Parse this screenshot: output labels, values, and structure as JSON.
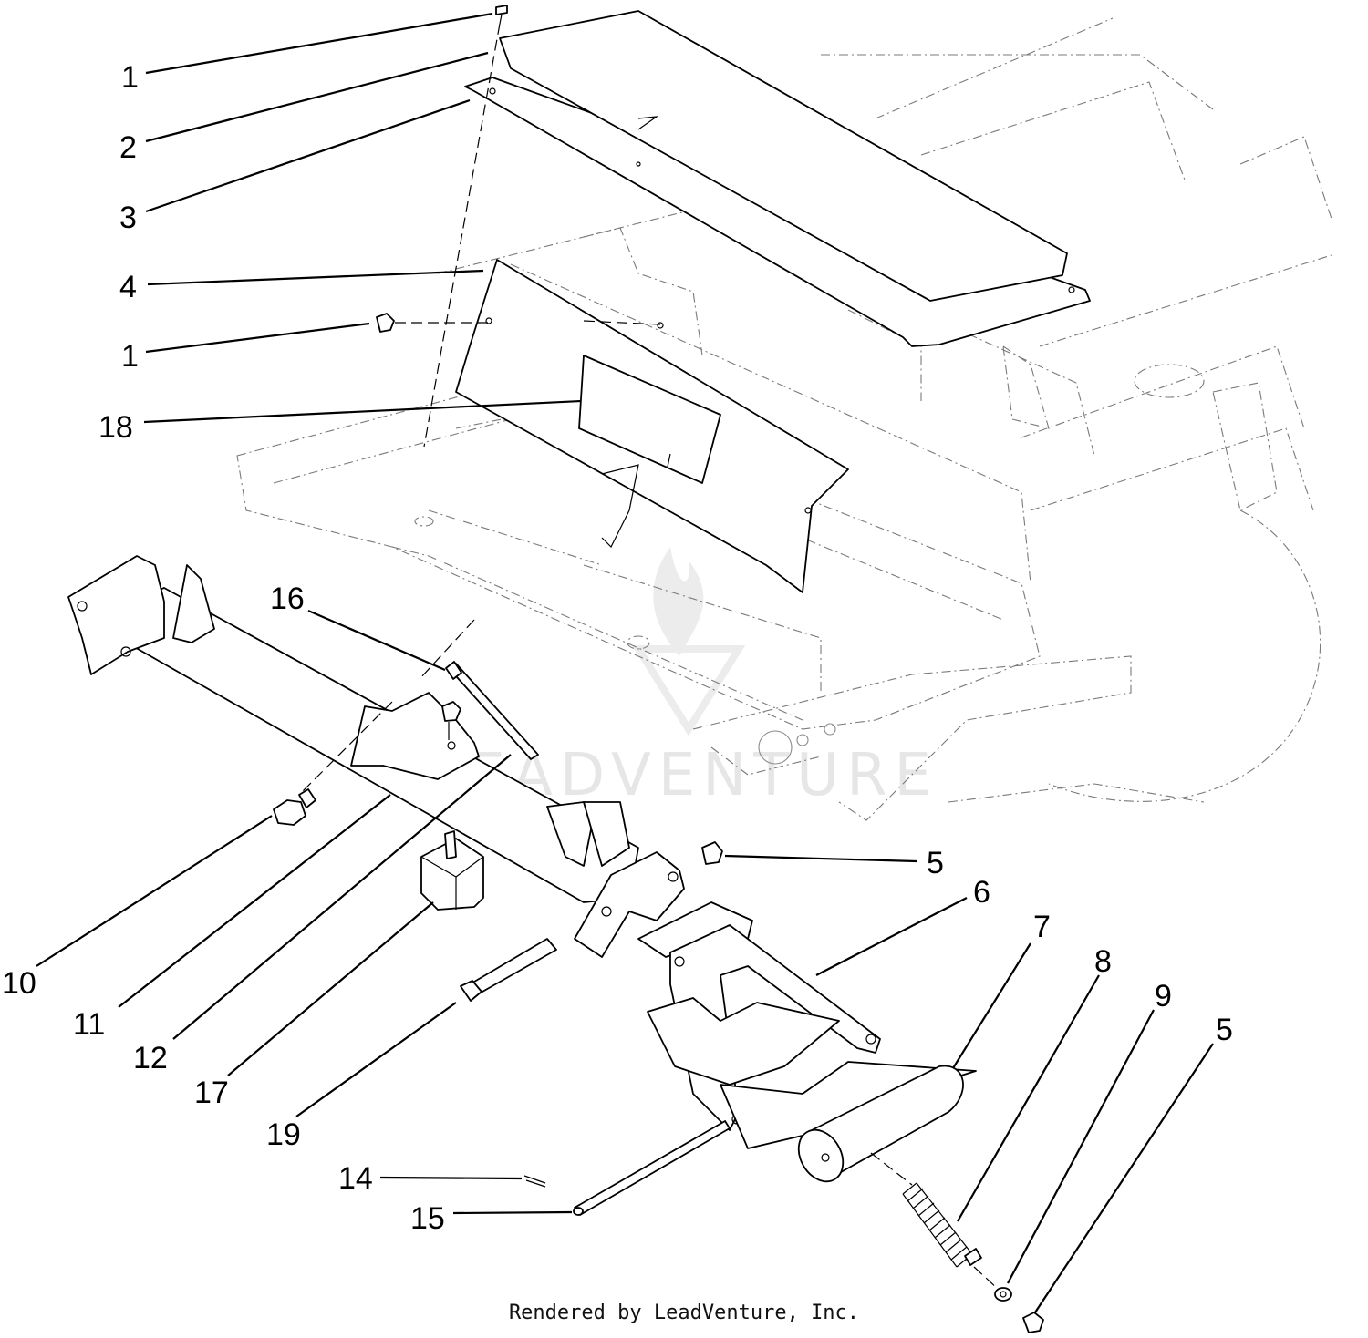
{
  "callouts": [
    "1",
    "2",
    "3",
    "4",
    "1",
    "18",
    "16",
    "10",
    "11",
    "12",
    "17",
    "19",
    "14",
    "15",
    "5",
    "6",
    "7",
    "8",
    "9",
    "5"
  ],
  "watermark": "LEADVENTURE",
  "footer": "Rendered by LeadVenture, Inc."
}
